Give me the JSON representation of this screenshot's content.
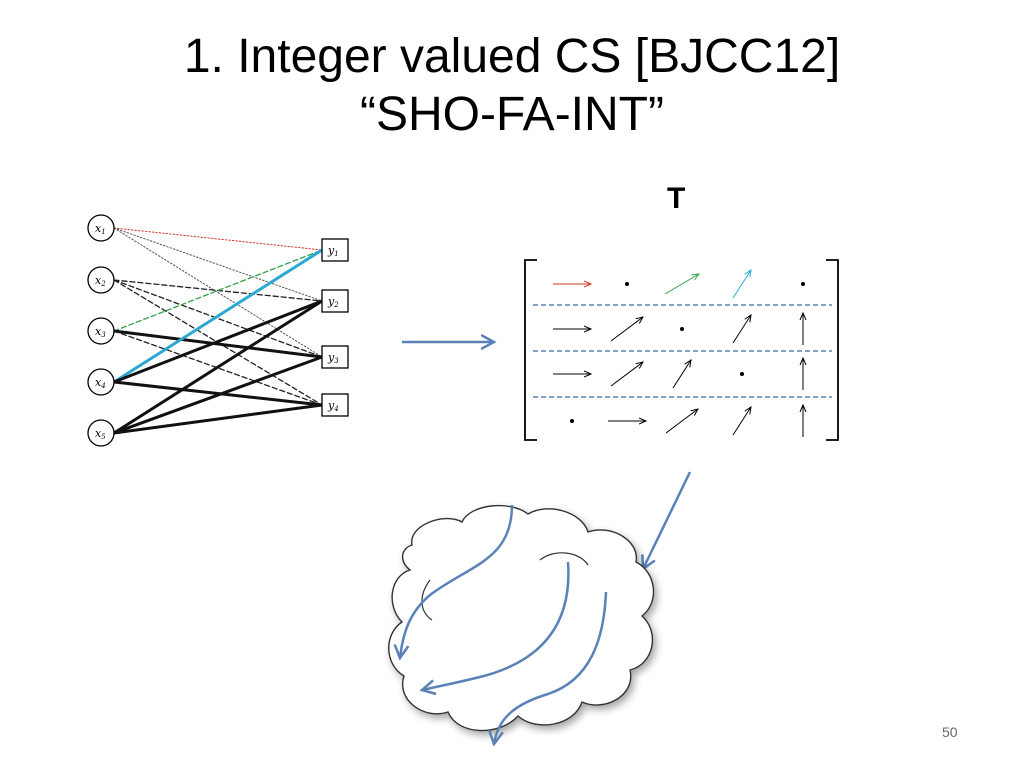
{
  "slide": {
    "title_line1": "1. Integer valued CS [BJCC12]",
    "title_line2": "“SHO-FA-INT”",
    "matrix_label": "T",
    "page_number": "50"
  },
  "graph": {
    "left_nodes": [
      {
        "var": "x",
        "sub": "1"
      },
      {
        "var": "x",
        "sub": "2"
      },
      {
        "var": "x",
        "sub": "3"
      },
      {
        "var": "x",
        "sub": "4"
      },
      {
        "var": "x",
        "sub": "5"
      }
    ],
    "right_nodes": [
      {
        "var": "y",
        "sub": "1"
      },
      {
        "var": "y",
        "sub": "2"
      },
      {
        "var": "y",
        "sub": "3"
      },
      {
        "var": "y",
        "sub": "4"
      }
    ],
    "edges": [
      {
        "from": 1,
        "to": 1,
        "style": "dotted",
        "color": "#d03a2a"
      },
      {
        "from": 1,
        "to": 2,
        "style": "dotted",
        "color": "#555555"
      },
      {
        "from": 1,
        "to": 3,
        "style": "dotted",
        "color": "#555555"
      },
      {
        "from": 2,
        "to": 2,
        "style": "dashed",
        "color": "#222222"
      },
      {
        "from": 2,
        "to": 3,
        "style": "dashed",
        "color": "#222222"
      },
      {
        "from": 2,
        "to": 4,
        "style": "dashed",
        "color": "#222222"
      },
      {
        "from": 3,
        "to": 1,
        "style": "dashed",
        "color": "#2fa34a"
      },
      {
        "from": 3,
        "to": 3,
        "style": "thick",
        "color": "#111111"
      },
      {
        "from": 3,
        "to": 4,
        "style": "dashed",
        "color": "#222222"
      },
      {
        "from": 4,
        "to": 1,
        "style": "bold",
        "color": "#2aa8d4"
      },
      {
        "from": 4,
        "to": 2,
        "style": "thick",
        "color": "#111111"
      },
      {
        "from": 4,
        "to": 4,
        "style": "thick",
        "color": "#111111"
      },
      {
        "from": 5,
        "to": 2,
        "style": "thick",
        "color": "#111111"
      },
      {
        "from": 5,
        "to": 3,
        "style": "thick",
        "color": "#111111"
      },
      {
        "from": 5,
        "to": 4,
        "style": "thick",
        "color": "#111111"
      }
    ]
  },
  "matrix": {
    "rows": [
      [
        "arrow-right",
        "dot",
        "arrow-diag-low",
        "arrow-diag-steep",
        "dot"
      ],
      [
        "arrow-right",
        "arrow-diag-mid",
        "dot",
        "arrow-diag-steep",
        "arrow-up"
      ],
      [
        "arrow-right",
        "arrow-diag-mid",
        "arrow-diag-steep",
        "dot",
        "arrow-up"
      ],
      [
        "dot",
        "arrow-right",
        "arrow-diag-mid",
        "arrow-diag-steep",
        "arrow-up"
      ]
    ],
    "highlight_colors": [
      [
        "#d03a2a",
        null,
        "#2fa34a",
        "#2aa8d4",
        null
      ],
      [
        null,
        null,
        null,
        null,
        null
      ],
      [
        null,
        null,
        null,
        null,
        null
      ],
      [
        null,
        null,
        null,
        null,
        null
      ]
    ],
    "separator_color": "#5b82b8"
  },
  "colors": {
    "flow_arrow": "#5b82b8",
    "cloud_stroke": "#333333",
    "cloud_shadow": "#bbbbbb"
  }
}
